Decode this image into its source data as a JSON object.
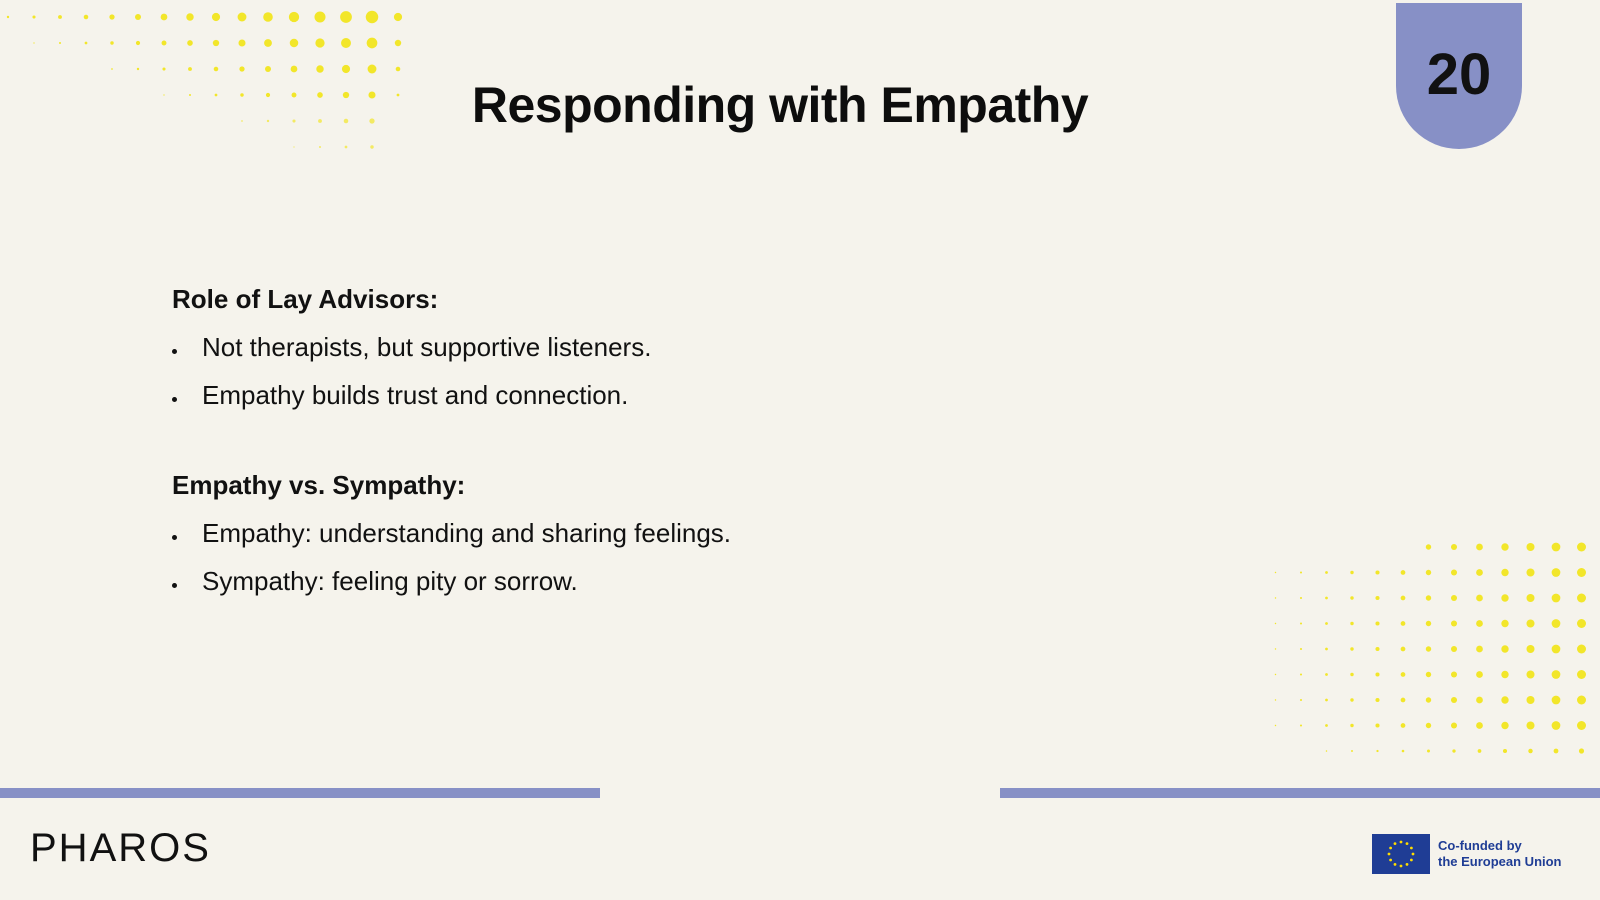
{
  "slide": {
    "title": "Responding with Empathy",
    "page_number": "20"
  },
  "sections": [
    {
      "heading": "Role of Lay Advisors:",
      "bullets": [
        "Not therapists, but supportive listeners.",
        "Empathy builds trust and connection."
      ]
    },
    {
      "heading": "Empathy vs. Sympathy:",
      "bullets": [
        "Empathy: understanding and sharing feelings.",
        "Sympathy: feeling pity or sorrow."
      ]
    }
  ],
  "footer": {
    "brand": "PHAROS",
    "eu_line1": "Co-funded by",
    "eu_line2": "the European Union"
  },
  "colors": {
    "background": "#f5f3ec",
    "accent_purple": "#8790c6",
    "dot_yellow": "#f2e62a",
    "eu_blue": "#1f3d95",
    "eu_star": "#ffdd00"
  },
  "icons": {
    "eu_flag": "eu-flag-icon"
  }
}
